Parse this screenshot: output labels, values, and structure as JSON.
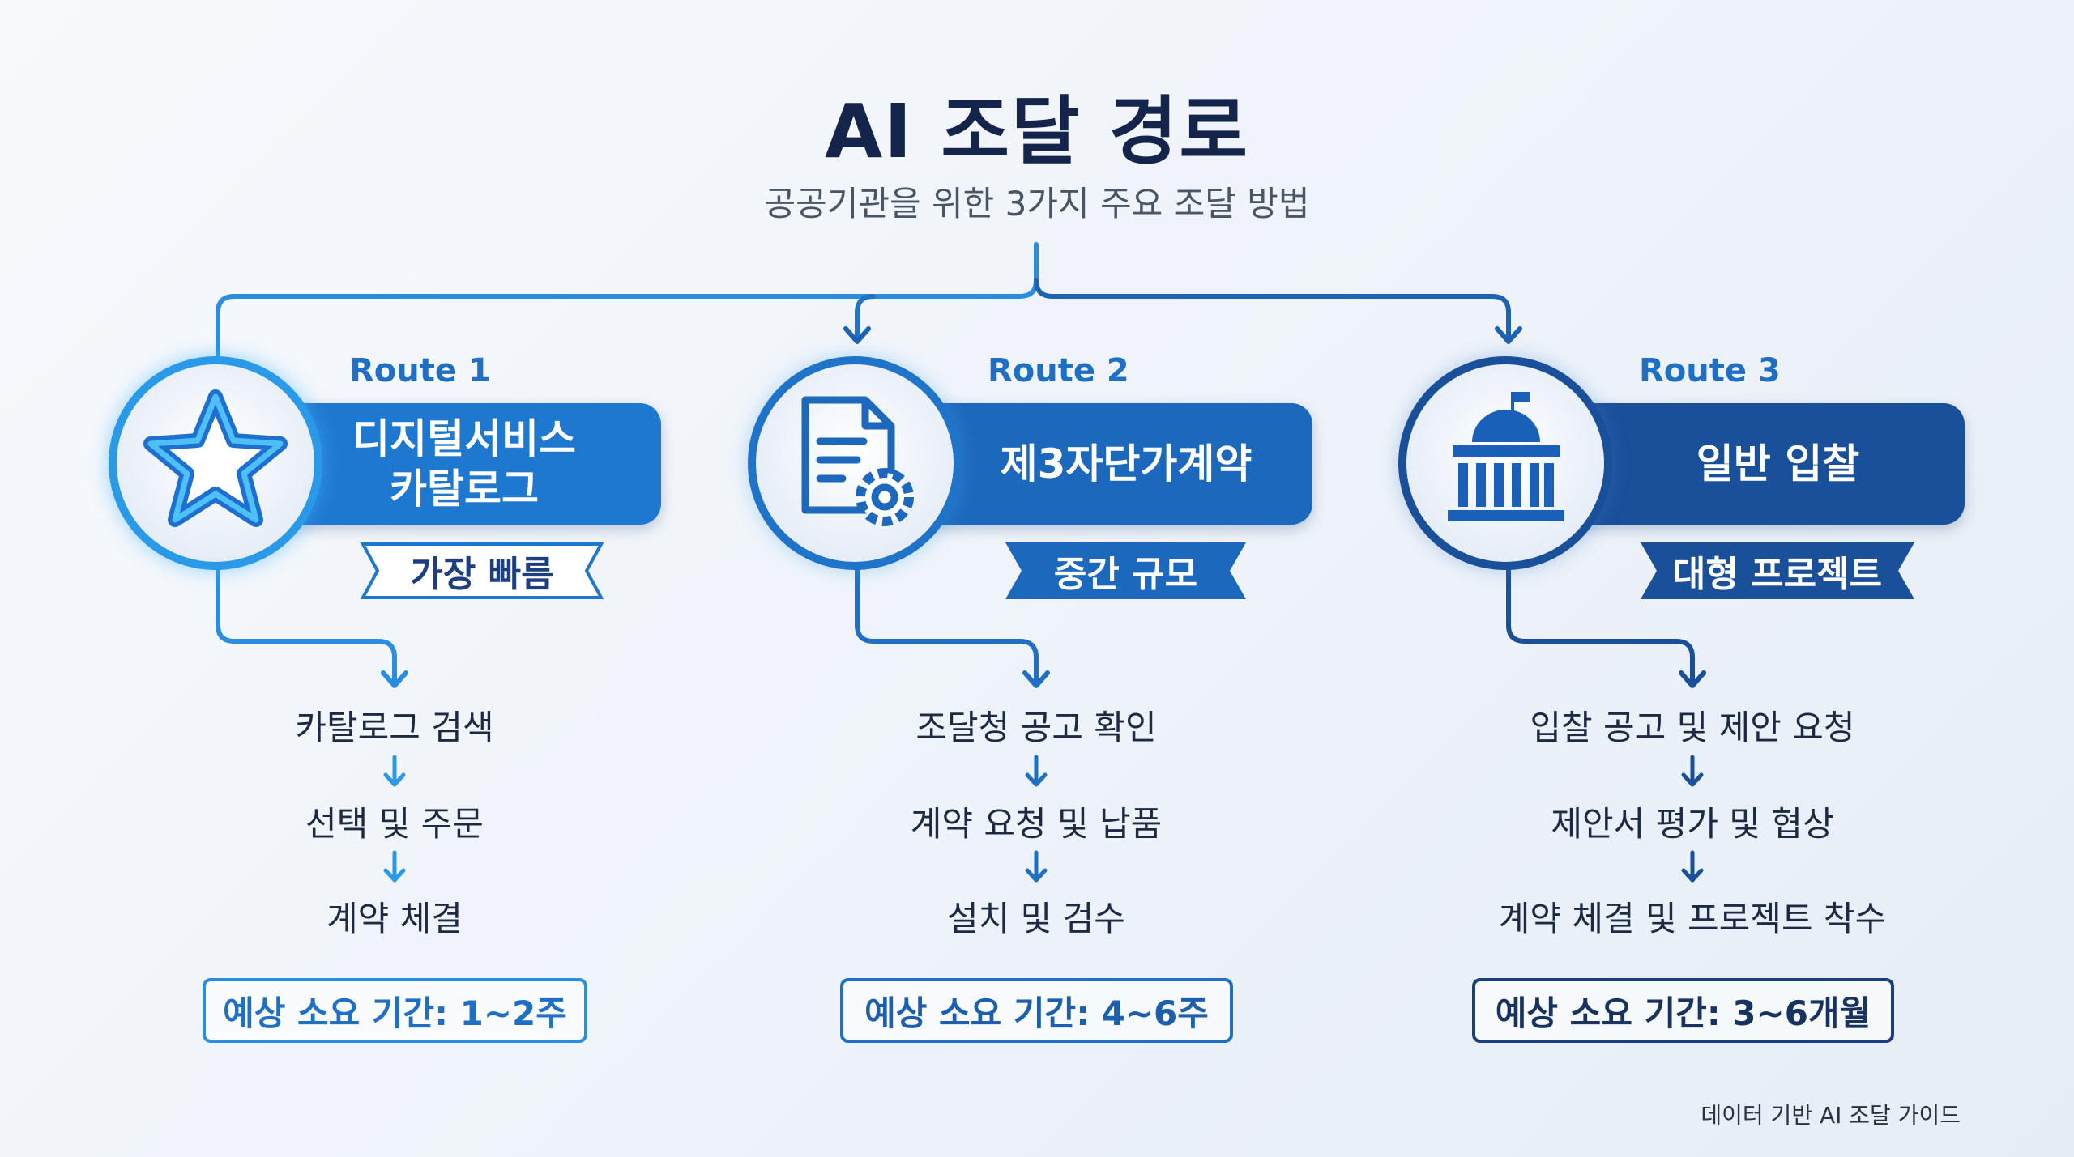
{
  "title": "AI 조달 경로",
  "subtitle": "공공기관을 위한 3가지 주요 조달 방법",
  "routes": [
    {
      "label": "Route 1",
      "name": "디지털서비스\n카탈로그",
      "name_line1": "디지털서비스",
      "name_line2": "카탈로그",
      "tag": "가장 빠름",
      "icon": "star-icon",
      "steps": [
        "카탈로그 검색",
        "선택 및 주문",
        "계약 체결"
      ],
      "duration": "예상 소요 기간: 1~2주",
      "color": "#1f78cf"
    },
    {
      "label": "Route 2",
      "name": "제3자단가계약",
      "tag": "중간 규모",
      "icon": "document-gear-icon",
      "steps": [
        "조달청 공고 확인",
        "계약 요청 및 납품",
        "설치 및 검수"
      ],
      "duration": "예상 소요 기간: 4~6주",
      "color": "#1c68bd"
    },
    {
      "label": "Route 3",
      "name": "일반 입찰",
      "tag": "대형 프로젝트",
      "icon": "government-building-icon",
      "steps": [
        "입찰 공고 및 제안 요청",
        "제안서 평가 및 협상",
        "계약 체결 및 프로젝트 착수"
      ],
      "duration": "예상 소요 기간: 3~6개월",
      "color": "#1a4f9a"
    }
  ],
  "footer": {
    "text": "데이터 기반 AI 조달 가이드",
    "icon": "korea-government-emblem-icon"
  }
}
